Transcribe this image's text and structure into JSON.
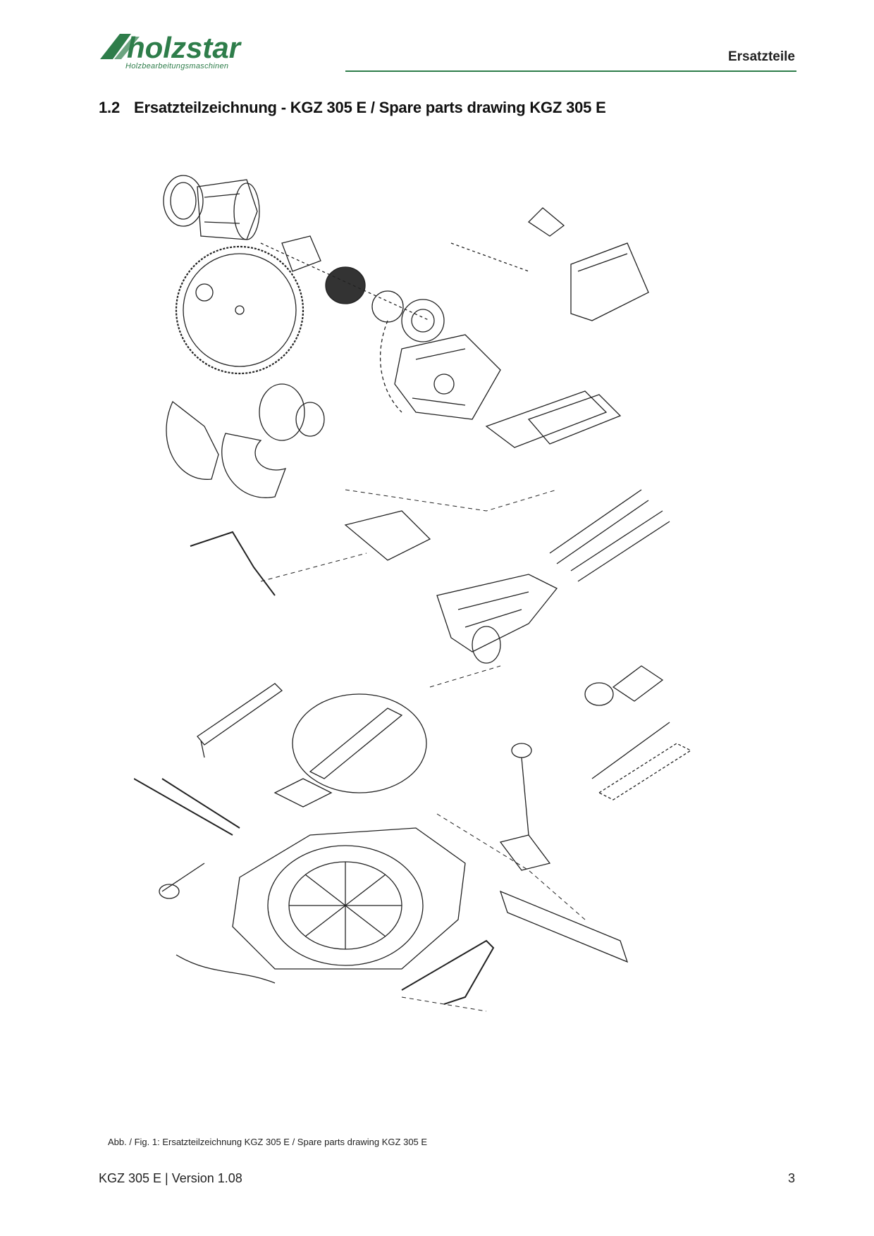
{
  "header": {
    "logo_text": "holzstar",
    "logo_tagline": "Holzbearbeitungsmaschinen",
    "brand_color": "#2e7d4a",
    "section_label": "Ersatzteile"
  },
  "title": {
    "number": "1.2",
    "text": "Ersatzteilzeichnung - KGZ 305 E / Spare parts drawing KGZ 305 E"
  },
  "figure": {
    "caption": "Abb. / Fig. 1: Ersatzteilzeichnung KGZ 305 E / Spare parts drawing KGZ 305 E"
  },
  "footer": {
    "model_version": "KGZ 305 E | Version 1.08",
    "page_number": "3"
  }
}
